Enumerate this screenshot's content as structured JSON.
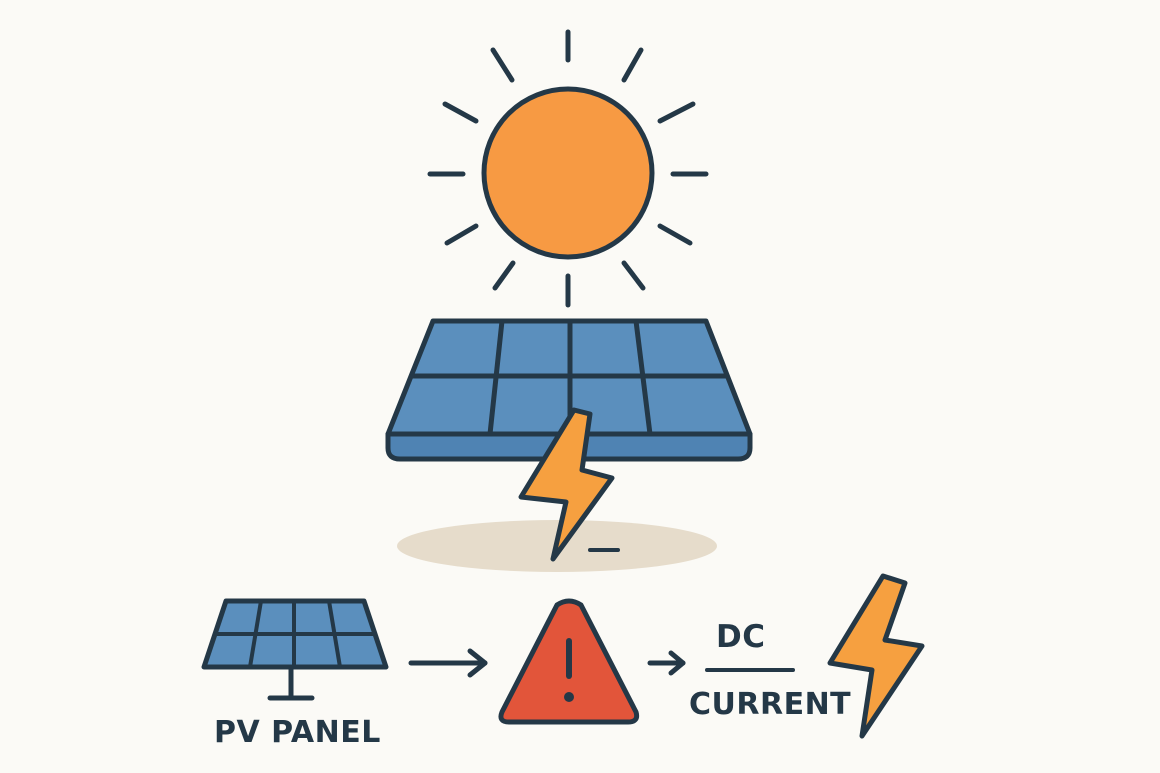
{
  "diagram": {
    "pv_label": "PV PANEL",
    "dc_label": "DC",
    "current_label": "CURRENT"
  },
  "colors": {
    "background": "#fbfaf6",
    "outline": "#243847",
    "sun": "#f79a43",
    "panel": "#5b8fbd",
    "bolt": "#f6a040",
    "warning": "#e2553a",
    "shadow": "#e6dccb"
  },
  "icons": [
    "sun-icon",
    "solar-panel-icon",
    "lightning-bolt-icon",
    "arrow-right-icon",
    "warning-triangle-icon"
  ]
}
